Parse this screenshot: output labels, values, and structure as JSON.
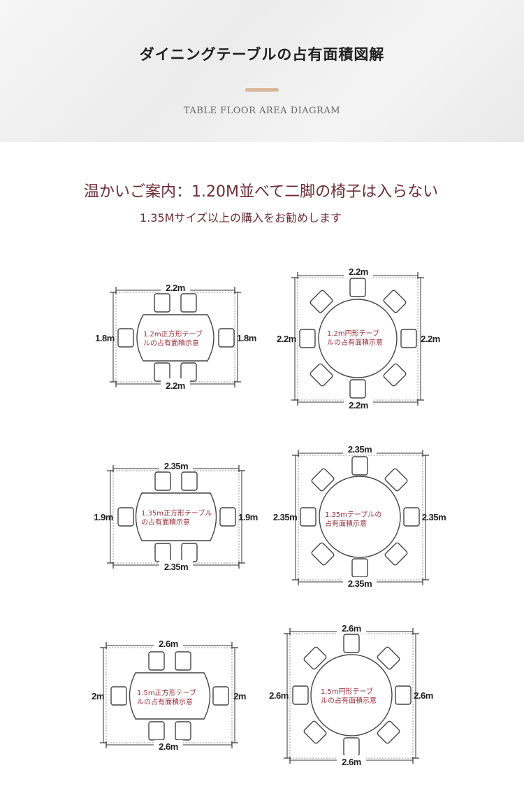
{
  "header": {
    "title": "ダイニングテーブルの占有面積図解",
    "subtitle": "TABLE FLOOR AREA DIAGRAM"
  },
  "notice": {
    "line1": "温かいご案内：1.20M並べて二脚の椅子は入らない",
    "line2": "1.35Mサイズ以上の購入をお勧めします"
  },
  "diagrams": {
    "rect1": {
      "width": "2.2m",
      "height": "1.8m",
      "label1": "1.2m正方形テーブ",
      "label2": "ルの占有面積示意"
    },
    "round1": {
      "width": "2.2m",
      "height": "2.2m",
      "label1": "1.2m円形テーブ",
      "label2": "ルの占有面積示意"
    },
    "rect2": {
      "width": "2.35m",
      "height": "1.9m",
      "label1": "1.35m正方形テーブル",
      "label2": "の占有面積示意"
    },
    "round2": {
      "width": "2.35m",
      "height": "2.35m",
      "label1": "1.35mテーブルの",
      "label2": "占有面積示意"
    },
    "rect3": {
      "width": "2.6m",
      "height": "2m",
      "label1": "1.5m正方形テーブ",
      "label2": "ルの占有面積示意"
    },
    "round3": {
      "width": "2.6m",
      "height": "2.6m",
      "label1": "1.5m円形テーブ",
      "label2": "ルの占有面積示意"
    }
  }
}
